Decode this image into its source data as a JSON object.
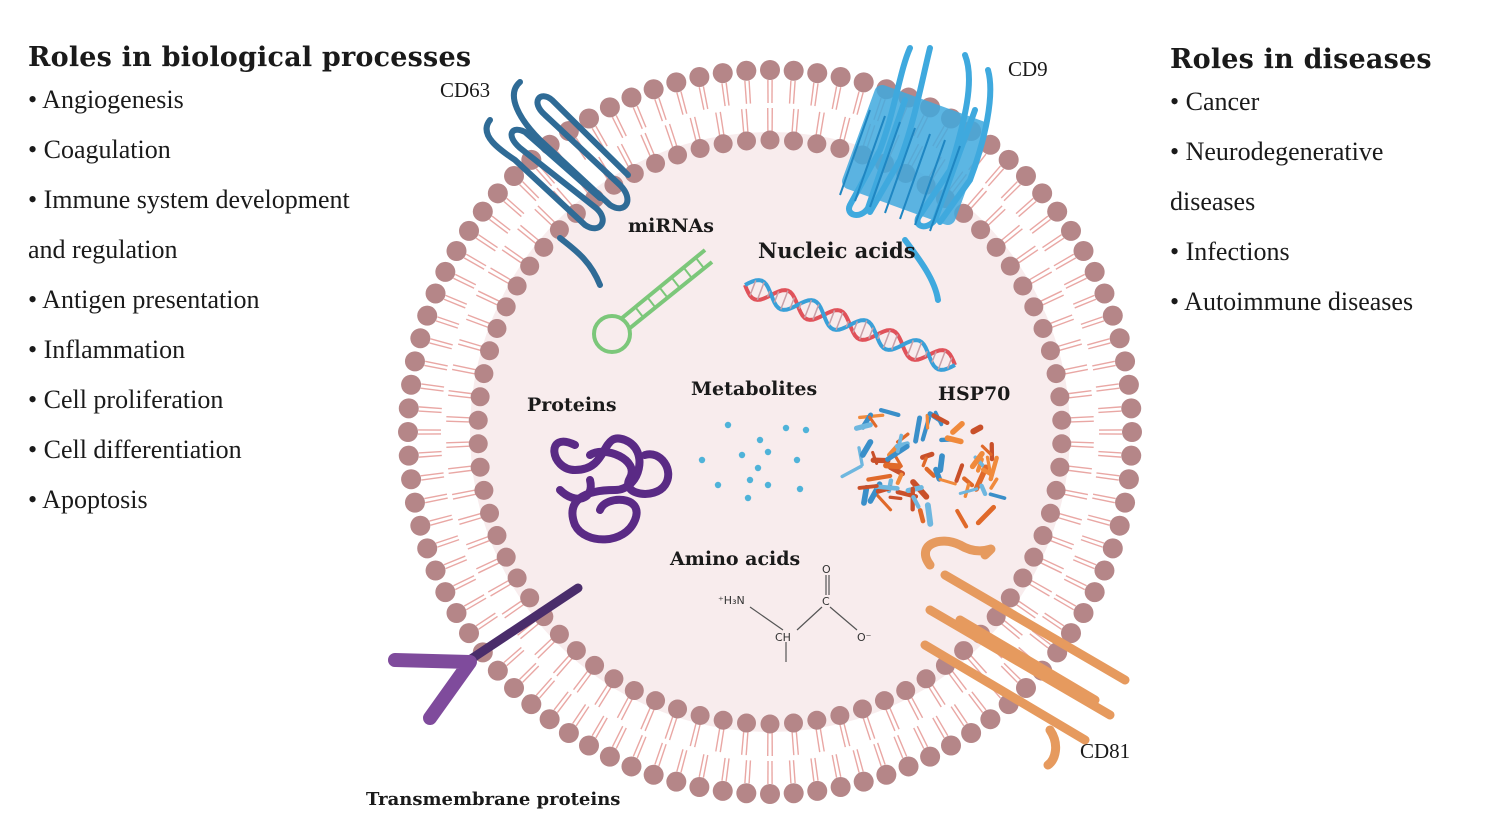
{
  "left_panel": {
    "title": "Roles in biological processes",
    "items": [
      "• Angiogenesis",
      "• Coagulation",
      "• Immune system development",
      "and regulation",
      "• Antigen presentation",
      "• Inflammation",
      "• Cell proliferation",
      "• Cell differentiation",
      "• Apoptosis"
    ]
  },
  "right_panel": {
    "title": "Roles in diseases",
    "items": [
      "• Cancer",
      "• Neurodegenerative",
      "diseases",
      "• Infections",
      "• Autoimmune diseases"
    ]
  },
  "labels": {
    "cd63": "CD63",
    "cd9": "CD9",
    "cd81": "CD81",
    "mirnas": "miRNAs",
    "nucleic_acids": "Nucleic acids",
    "proteins": "Proteins",
    "metabolites": "Metabolites",
    "hsp70": "HSP70",
    "amino_acids": "Amino acids",
    "transmembrane": "Transmembrane proteins"
  },
  "chem": {
    "amine": "⁺H₃N",
    "ch": "CH",
    "c": "C",
    "o_top": "O",
    "o_right": "O⁻"
  },
  "colors": {
    "membrane_head": "#b58688",
    "tail": "#e9a7a4",
    "lumen": "#f8eced",
    "cd63": "#2f6b96",
    "cd9": "#3fa9de",
    "cd81": "#e69a5e",
    "mirna": "#7cc77a",
    "protein": "#5a2a85",
    "metabolite": "#4fb3d9",
    "receptor": "#7f4b9c"
  }
}
